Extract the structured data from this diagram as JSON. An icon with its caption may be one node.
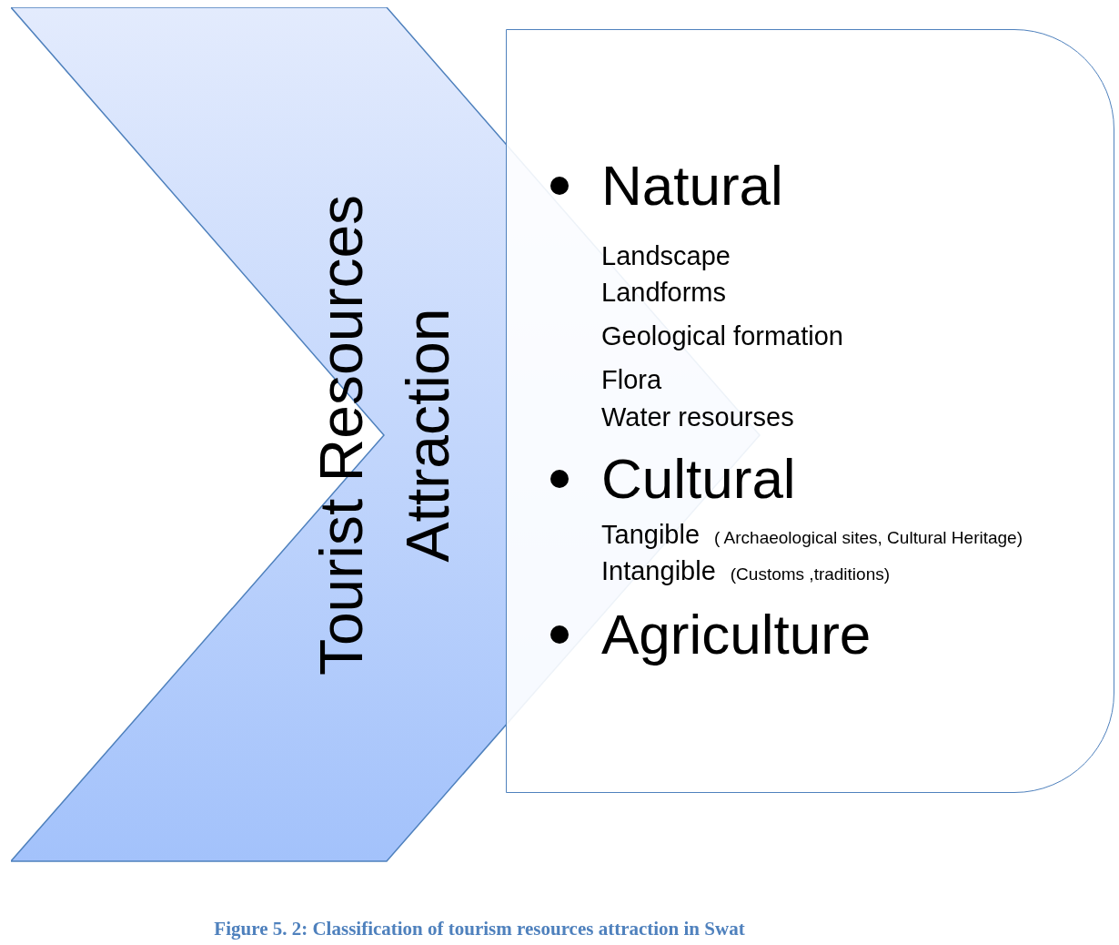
{
  "diagram": {
    "caption": "Figure 5. 2: Classification of tourism resources attraction in Swat",
    "nodes": [
      {
        "text": [
          "Tourist Resources Attraction"
        ]
      },
      {
        "text": [
          "Natural",
          "Landscape",
          "Landforms",
          "Geological formation",
          "Flora",
          "Water resourses",
          "Cultural",
          "Tangible",
          "( Archaeological sites, Cultural Heritage)",
          "Intangible",
          "(Customs ,traditions)",
          "Agriculture"
        ]
      }
    ]
  }
}
